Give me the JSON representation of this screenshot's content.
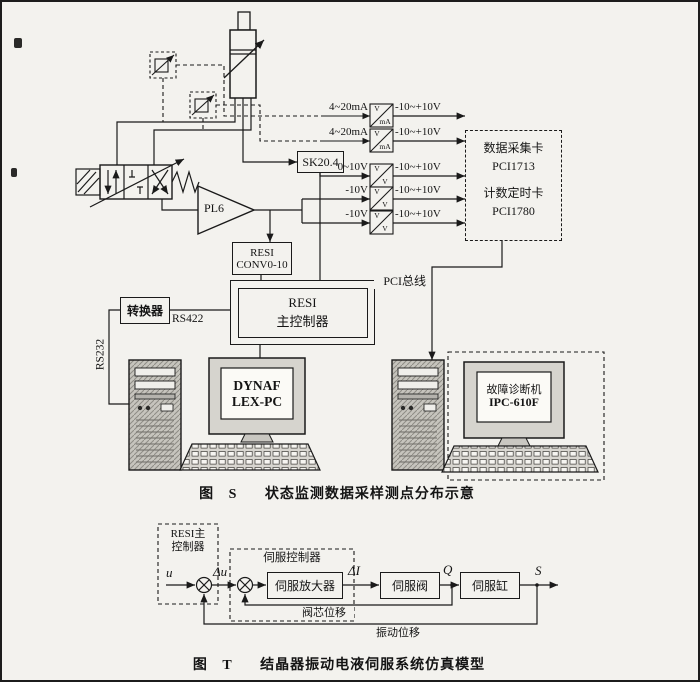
{
  "figure_s": {
    "caption": {
      "fig": "图",
      "num": "S",
      "text": "状态监测数据采样测点分布示意"
    },
    "sk204": "SK20.4",
    "pl6": "PL6",
    "conv_box": {
      "line1": "RESI",
      "line2": "CONV0-10"
    },
    "main_controller": {
      "line1": "RESI",
      "line2": "主控制器"
    },
    "converter": "转换器",
    "rs422": "RS422",
    "rs232": "RS232",
    "pci_bus": "PCI总线",
    "daq_card": {
      "line1": "数据采集卡",
      "line2": "PCI1713",
      "line3": "计数定时卡",
      "line4": "PCI1780"
    },
    "pc_left": {
      "line1": "DYNAF",
      "line2": "LEX-PC"
    },
    "pc_right": {
      "line1": "故障诊断机",
      "line2": "IPC-610F"
    },
    "signal_rows": [
      {
        "left": "4~20mA",
        "sym_top": "V",
        "sym_bottom": "mA",
        "right": "-10~+10V"
      },
      {
        "left": "4~20mA",
        "sym_top": "V",
        "sym_bottom": "mA",
        "right": "-10~+10V"
      },
      {
        "left": "0~10V",
        "sym_top": "V",
        "sym_bottom": "V",
        "right": "-10~+10V"
      },
      {
        "left": "-10V",
        "sym_top": "V",
        "sym_bottom": "V",
        "right": "-10~+10V"
      },
      {
        "left": "-10V",
        "sym_top": "V",
        "sym_bottom": "V",
        "right": "-10~+10V"
      }
    ]
  },
  "figure_t": {
    "caption": {
      "fig": "图",
      "num": "T",
      "text": "结晶器振动电液伺服系统仿真模型"
    },
    "resi_box": {
      "line1": "RESI主",
      "line2": "控制器"
    },
    "servo_controller": "伺服控制器",
    "servo_amp": "伺服放大器",
    "servo_valve": "伺服阀",
    "servo_cylinder": "伺服缸",
    "signals": {
      "u": "u",
      "du": "Δu",
      "di": "ΔI",
      "q": "Q",
      "s": "S"
    },
    "feedback": {
      "spool": "阀芯位移",
      "vibration": "振动位移"
    }
  }
}
